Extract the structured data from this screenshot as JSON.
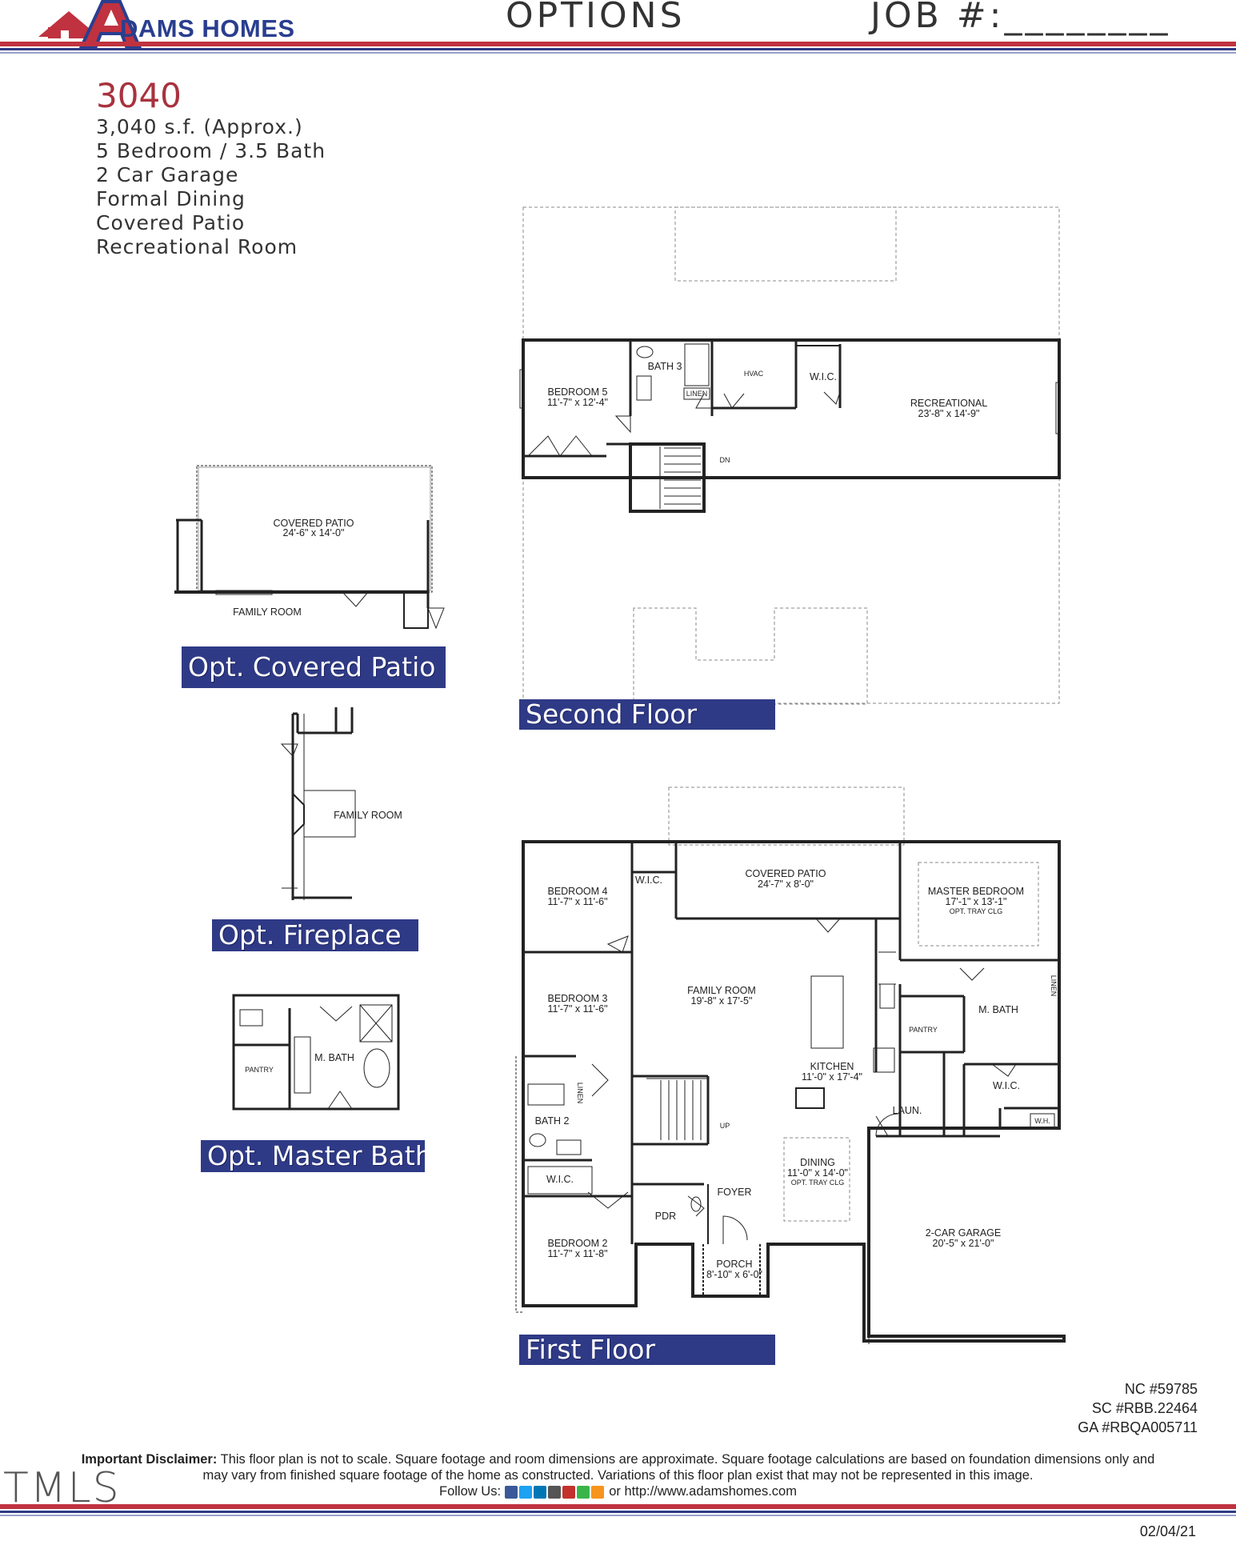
{
  "header": {
    "brand": "DAMS HOMES",
    "brand_initial": "A",
    "title": "OPTIONS",
    "job_label": "JOB #:________"
  },
  "plan": {
    "number": "3040",
    "features": [
      "3,040 s.f. (Approx.)",
      "5 Bedroom / 3.5 Bath",
      "2 Car Garage",
      "Formal Dining",
      "Covered Patio",
      "Recreational Room"
    ]
  },
  "banners": {
    "opt_covered_patio": "Opt. Covered Patio",
    "opt_fireplace": "Opt. Fireplace",
    "opt_master_bath": "Opt. Master Bath",
    "second_floor": "Second Floor",
    "first_floor": "First Floor"
  },
  "rooms": {
    "covered_patio_opt": {
      "name": "COVERED PATIO",
      "dim": "24'-6\" x 14'-0\""
    },
    "family_room_opt": "FAMILY ROOM",
    "family_room_fp": "FAMILY ROOM",
    "pantry_mb": "PANTRY",
    "m_bath_mb": "M. BATH",
    "bedroom5": {
      "name": "BEDROOM 5",
      "dim": "11'-7\" x 12'-4\""
    },
    "bath3": "BATH 3",
    "hvac": "HVAC",
    "linen2": "LINEN",
    "wic2": "W.I.C.",
    "dn": "DN",
    "recreational": {
      "name": "RECREATIONAL",
      "dim": "23'-8\" x 14'-9\""
    },
    "bedroom4": {
      "name": "BEDROOM 4",
      "dim": "11'-7\" x 11'-6\""
    },
    "wic_b4": "W.I.C.",
    "covered_patio1": {
      "name": "COVERED PATIO",
      "dim": "24'-7\" x 8'-0\""
    },
    "master_bedroom": {
      "name": "MASTER BEDROOM",
      "dim": "17'-1\" x 13'-1\"",
      "note": "OPT. TRAY CLG"
    },
    "bedroom3": {
      "name": "BEDROOM 3",
      "dim": "11'-7\" x 11'-6\""
    },
    "family_room": {
      "name": "FAMILY ROOM",
      "dim": "19'-8\" x 17'-5\""
    },
    "pantry": "PANTRY",
    "m_bath": "M. BATH",
    "linen_mb": "LINEN",
    "kitchen": {
      "name": "KITCHEN",
      "dim": "11'-0\" x 17'-4\""
    },
    "wic_master": "W.I.C.",
    "laun": "LAUN.",
    "wh": "W.H.",
    "linen_b2": "LINEN",
    "bath2": "BATH 2",
    "up": "UP",
    "dining": {
      "name": "DINING",
      "dim": "11'-0\" x 14'-0\"",
      "note": "OPT. TRAY CLG"
    },
    "wic_b2": "W.I.C.",
    "foyer": "FOYER",
    "pdr": "PDR",
    "bedroom2": {
      "name": "BEDROOM 2",
      "dim": "11'-7\" x 11'-8\""
    },
    "porch": {
      "name": "PORCH",
      "dim": "8'-10\" x 6'-0\""
    },
    "garage": {
      "name": "2-CAR GARAGE",
      "dim": "20'-5\" x 21'-0\""
    }
  },
  "licenses": [
    "NC #59785",
    "SC #RBB.22464",
    "GA #RBQA005711"
  ],
  "disclaimer": {
    "label": "Important Disclaimer:",
    "text1": "This floor plan is not to scale. Square footage and room dimensions are approximate. Square footage calculations are based on foundation dimensions only and",
    "text2": "may vary from finished square footage of the home as constructed. Variations of this floor plan exist that may not be represented in this image.",
    "follow": "Follow Us:",
    "url_text": "or http://www.adamshomes.com"
  },
  "watermark": "TMLS",
  "date": "02/04/21",
  "colors": {
    "navy": "#2f3a86",
    "red": "#c0323f",
    "brand_blue": "#2a3e8f"
  }
}
